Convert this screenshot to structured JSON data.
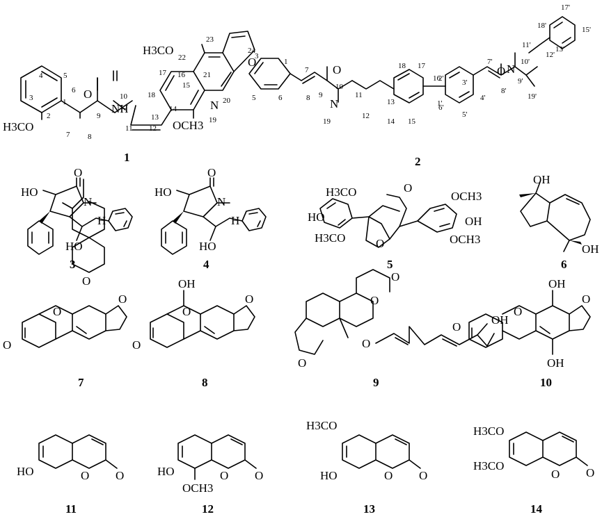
{
  "compound_ids": [
    "1",
    "2",
    "3",
    "4",
    "5",
    "6",
    "7",
    "8",
    "9",
    "10",
    "11",
    "12",
    "13",
    "14"
  ],
  "atom_labels": {
    "c1": {
      "och3_top": "H3CO",
      "o_ring": "O",
      "n_ring": "N",
      "och3_right": "OCH3",
      "och3_left": "H3CO",
      "nh": "NH",
      "carbonyl_o": "O"
    },
    "c2": {
      "o_left": "O",
      "n_left": "N",
      "o_right": "O",
      "n_right": "N"
    },
    "c3": {
      "ho": "HO",
      "o": "O",
      "n": "N",
      "h": "H",
      "ho2": "HO"
    },
    "c4": {
      "ho": "HO",
      "o": "O",
      "n": "N",
      "h": "H",
      "ho2": "HO"
    },
    "c5": {
      "h3co_top": "H3CO",
      "ho": "HO",
      "h3co_bot": "H3CO",
      "o_top": "O",
      "o_bot": "O",
      "och3_top": "OCH3",
      "oh": "OH",
      "och3_bot": "OCH3"
    },
    "c6": {
      "oh_top": "OH",
      "oh_bot": "OH"
    },
    "c7": {
      "o_carbonyl": "O",
      "o_ring": "O",
      "o_ether": "O",
      "o_furan": "O"
    },
    "c8": {
      "oh": "OH",
      "o_carbonyl": "O",
      "o_ring": "O",
      "o_furan": "O"
    },
    "c9": {
      "o_carbonyl": "O",
      "o_ring": "O",
      "o_ether": "O",
      "o_furan": "O",
      "oh": "OH"
    },
    "c10": {
      "oh_top": "OH",
      "o_carbonyl": "O",
      "o_ring": "O",
      "o_furan": "O",
      "oh_bot": "OH"
    },
    "c11": {
      "ho": "HO",
      "o_ring": "O",
      "o_carbonyl": "O"
    },
    "c12": {
      "ho": "HO",
      "o_ring": "O",
      "o_carbonyl": "O",
      "och3": "OCH3"
    },
    "c13": {
      "h3co": "H3CO",
      "ho": "HO",
      "o_ring": "O",
      "o_carbonyl": "O"
    },
    "c14": {
      "h3co_top": "H3CO",
      "h3co_bot": "H3CO",
      "o_ring": "O",
      "o_carbonyl": "O"
    }
  },
  "position_numbers": {
    "c1": [
      "1",
      "2",
      "3",
      "4",
      "5",
      "6",
      "7",
      "8",
      "9",
      "10",
      "11",
      "12",
      "13",
      "14",
      "15",
      "16",
      "17",
      "18",
      "19",
      "20",
      "21",
      "22",
      "23",
      "24"
    ],
    "c2": [
      "1",
      "3",
      "5",
      "6",
      "7",
      "8",
      "9",
      "10",
      "11",
      "12",
      "13",
      "14",
      "15",
      "16",
      "17",
      "18",
      "19",
      "1'",
      "2'",
      "3'",
      "4'",
      "5'",
      "6'",
      "7'",
      "8'",
      "9'",
      "10'",
      "11'",
      "12'",
      "13'",
      "15'",
      "17'",
      "18'",
      "19'"
    ]
  }
}
